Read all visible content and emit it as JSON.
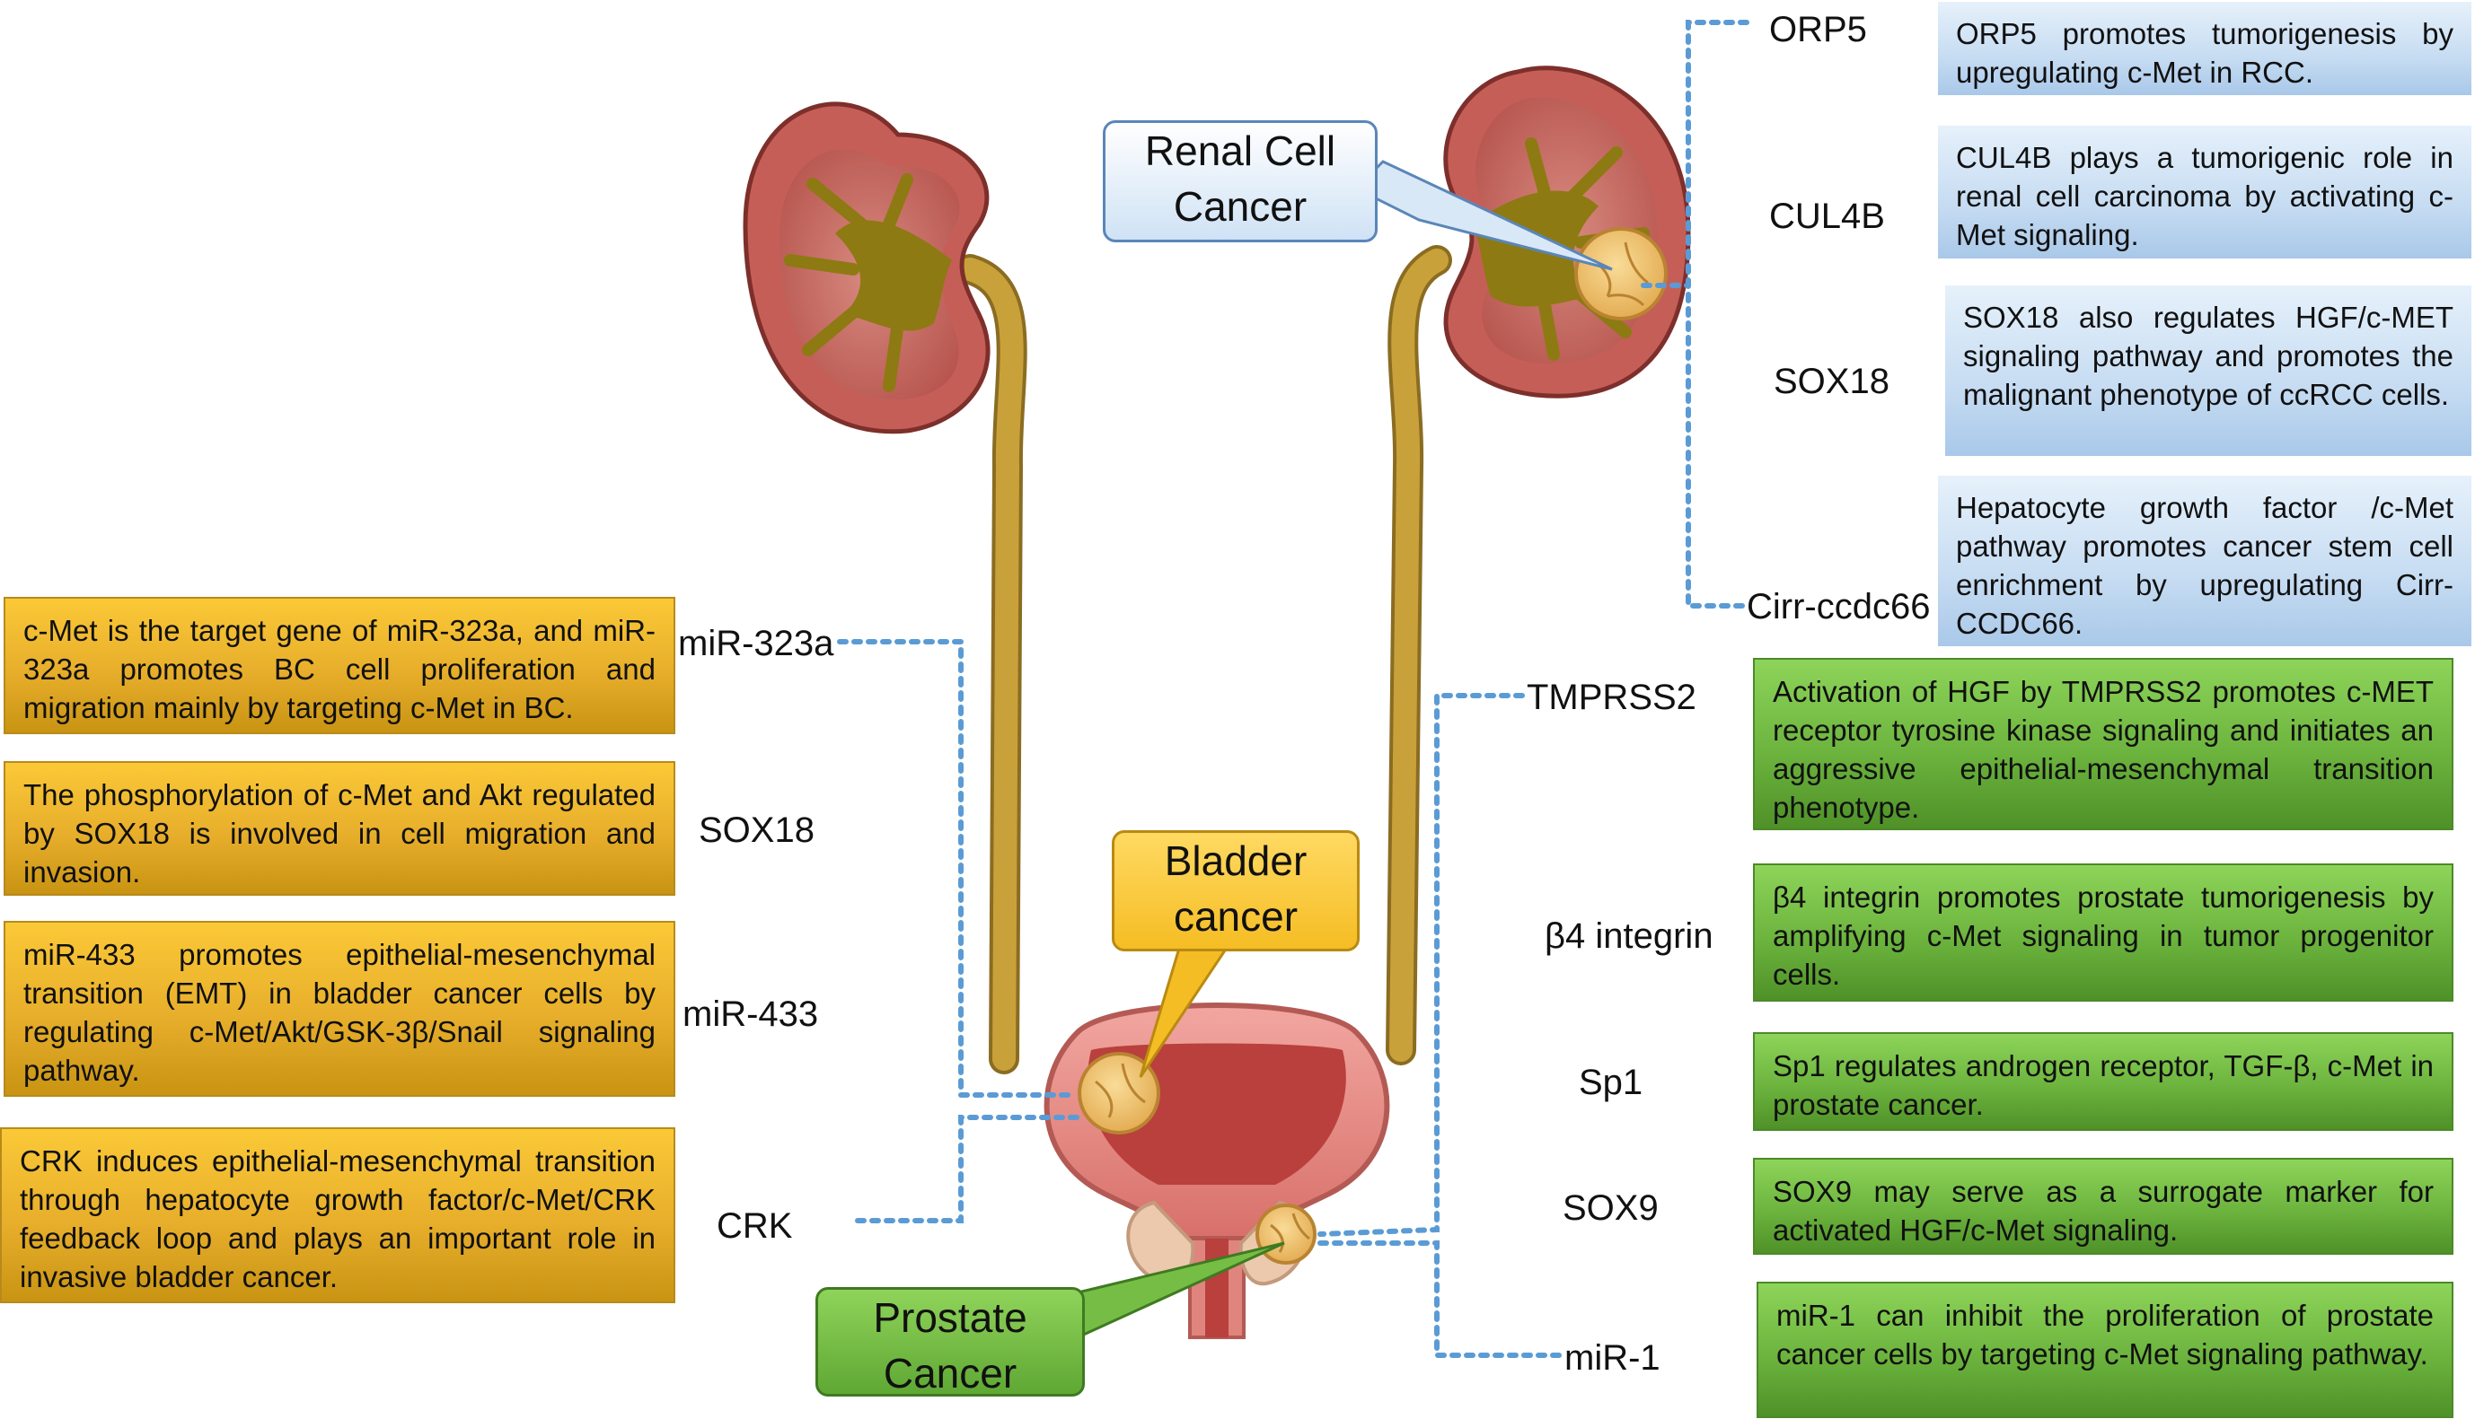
{
  "colors": {
    "bladder_box": "#e7ae2b",
    "prostate_box": "#6cb43e",
    "renal_box": "#c6dcf2",
    "connector": "#5b9bd5",
    "ureter": "#c9a13a",
    "kidney_cortex": "#c65e58",
    "tumor": "#f2c777"
  },
  "callouts": {
    "renal": "Renal Cell\nCancer",
    "bladder": "Bladder\ncancer",
    "prostate": "Prostate\nCancer"
  },
  "renal": {
    "items": [
      {
        "label": "ORP5",
        "text": "ORP5 promotes tumorigenesis by upregulating c-Met in RCC."
      },
      {
        "label": "CUL4B",
        "text": "CUL4B plays a tumorigenic role in renal cell carcinoma by activating c-Met signaling."
      },
      {
        "label": "SOX18",
        "text": "SOX18 also regulates HGF/c-MET signaling pathway and promotes the malignant phenotype of ccRCC cells."
      },
      {
        "label": "Cirr-ccdc66",
        "text": "Hepatocyte growth factor /c-Met pathway promotes cancer stem cell enrichment by upregulating Cirr-CCDC66."
      }
    ]
  },
  "bladder": {
    "items": [
      {
        "label": "miR-323a",
        "text": "c-Met is the target gene of miR-323a, and miR-323a promotes BC cell proliferation and migration mainly by targeting c-Met in BC."
      },
      {
        "label": "SOX18",
        "text": "The phosphorylation of c-Met and Akt regulated by SOX18 is involved in cell migration and invasion."
      },
      {
        "label": "miR-433",
        "text": "miR-433 promotes epithelial-mesenchymal transition (EMT) in bladder cancer cells by regulating c-Met/Akt/GSK-3β/Snail signaling pathway."
      },
      {
        "label": "CRK",
        "text": "CRK induces epithelial-mesenchymal transition through hepatocyte growth factor/c-Met/CRK feedback loop and plays an important role in invasive bladder cancer."
      }
    ]
  },
  "prostate": {
    "items": [
      {
        "label": "TMPRSS2",
        "text": "Activation of HGF by TMPRSS2 promotes c-MET receptor tyrosine kinase signaling and initiates an aggressive epithelial-mesenchymal transition phenotype."
      },
      {
        "label": "β4 integrin",
        "text": "β4 integrin promotes prostate tumorigenesis by amplifying  c-Met signaling in tumor progenitor cells."
      },
      {
        "label": "Sp1",
        "text": "Sp1 regulates androgen receptor, TGF-β, c-Met in prostate cancer."
      },
      {
        "label": "SOX9",
        "text": "SOX9 may serve as a surrogate marker for activated HGF/c-Met signaling."
      },
      {
        "label": "miR-1",
        "text": "miR-1 can inhibit the  proliferation of prostate cancer cells by targeting c-Met signaling pathway."
      }
    ]
  }
}
